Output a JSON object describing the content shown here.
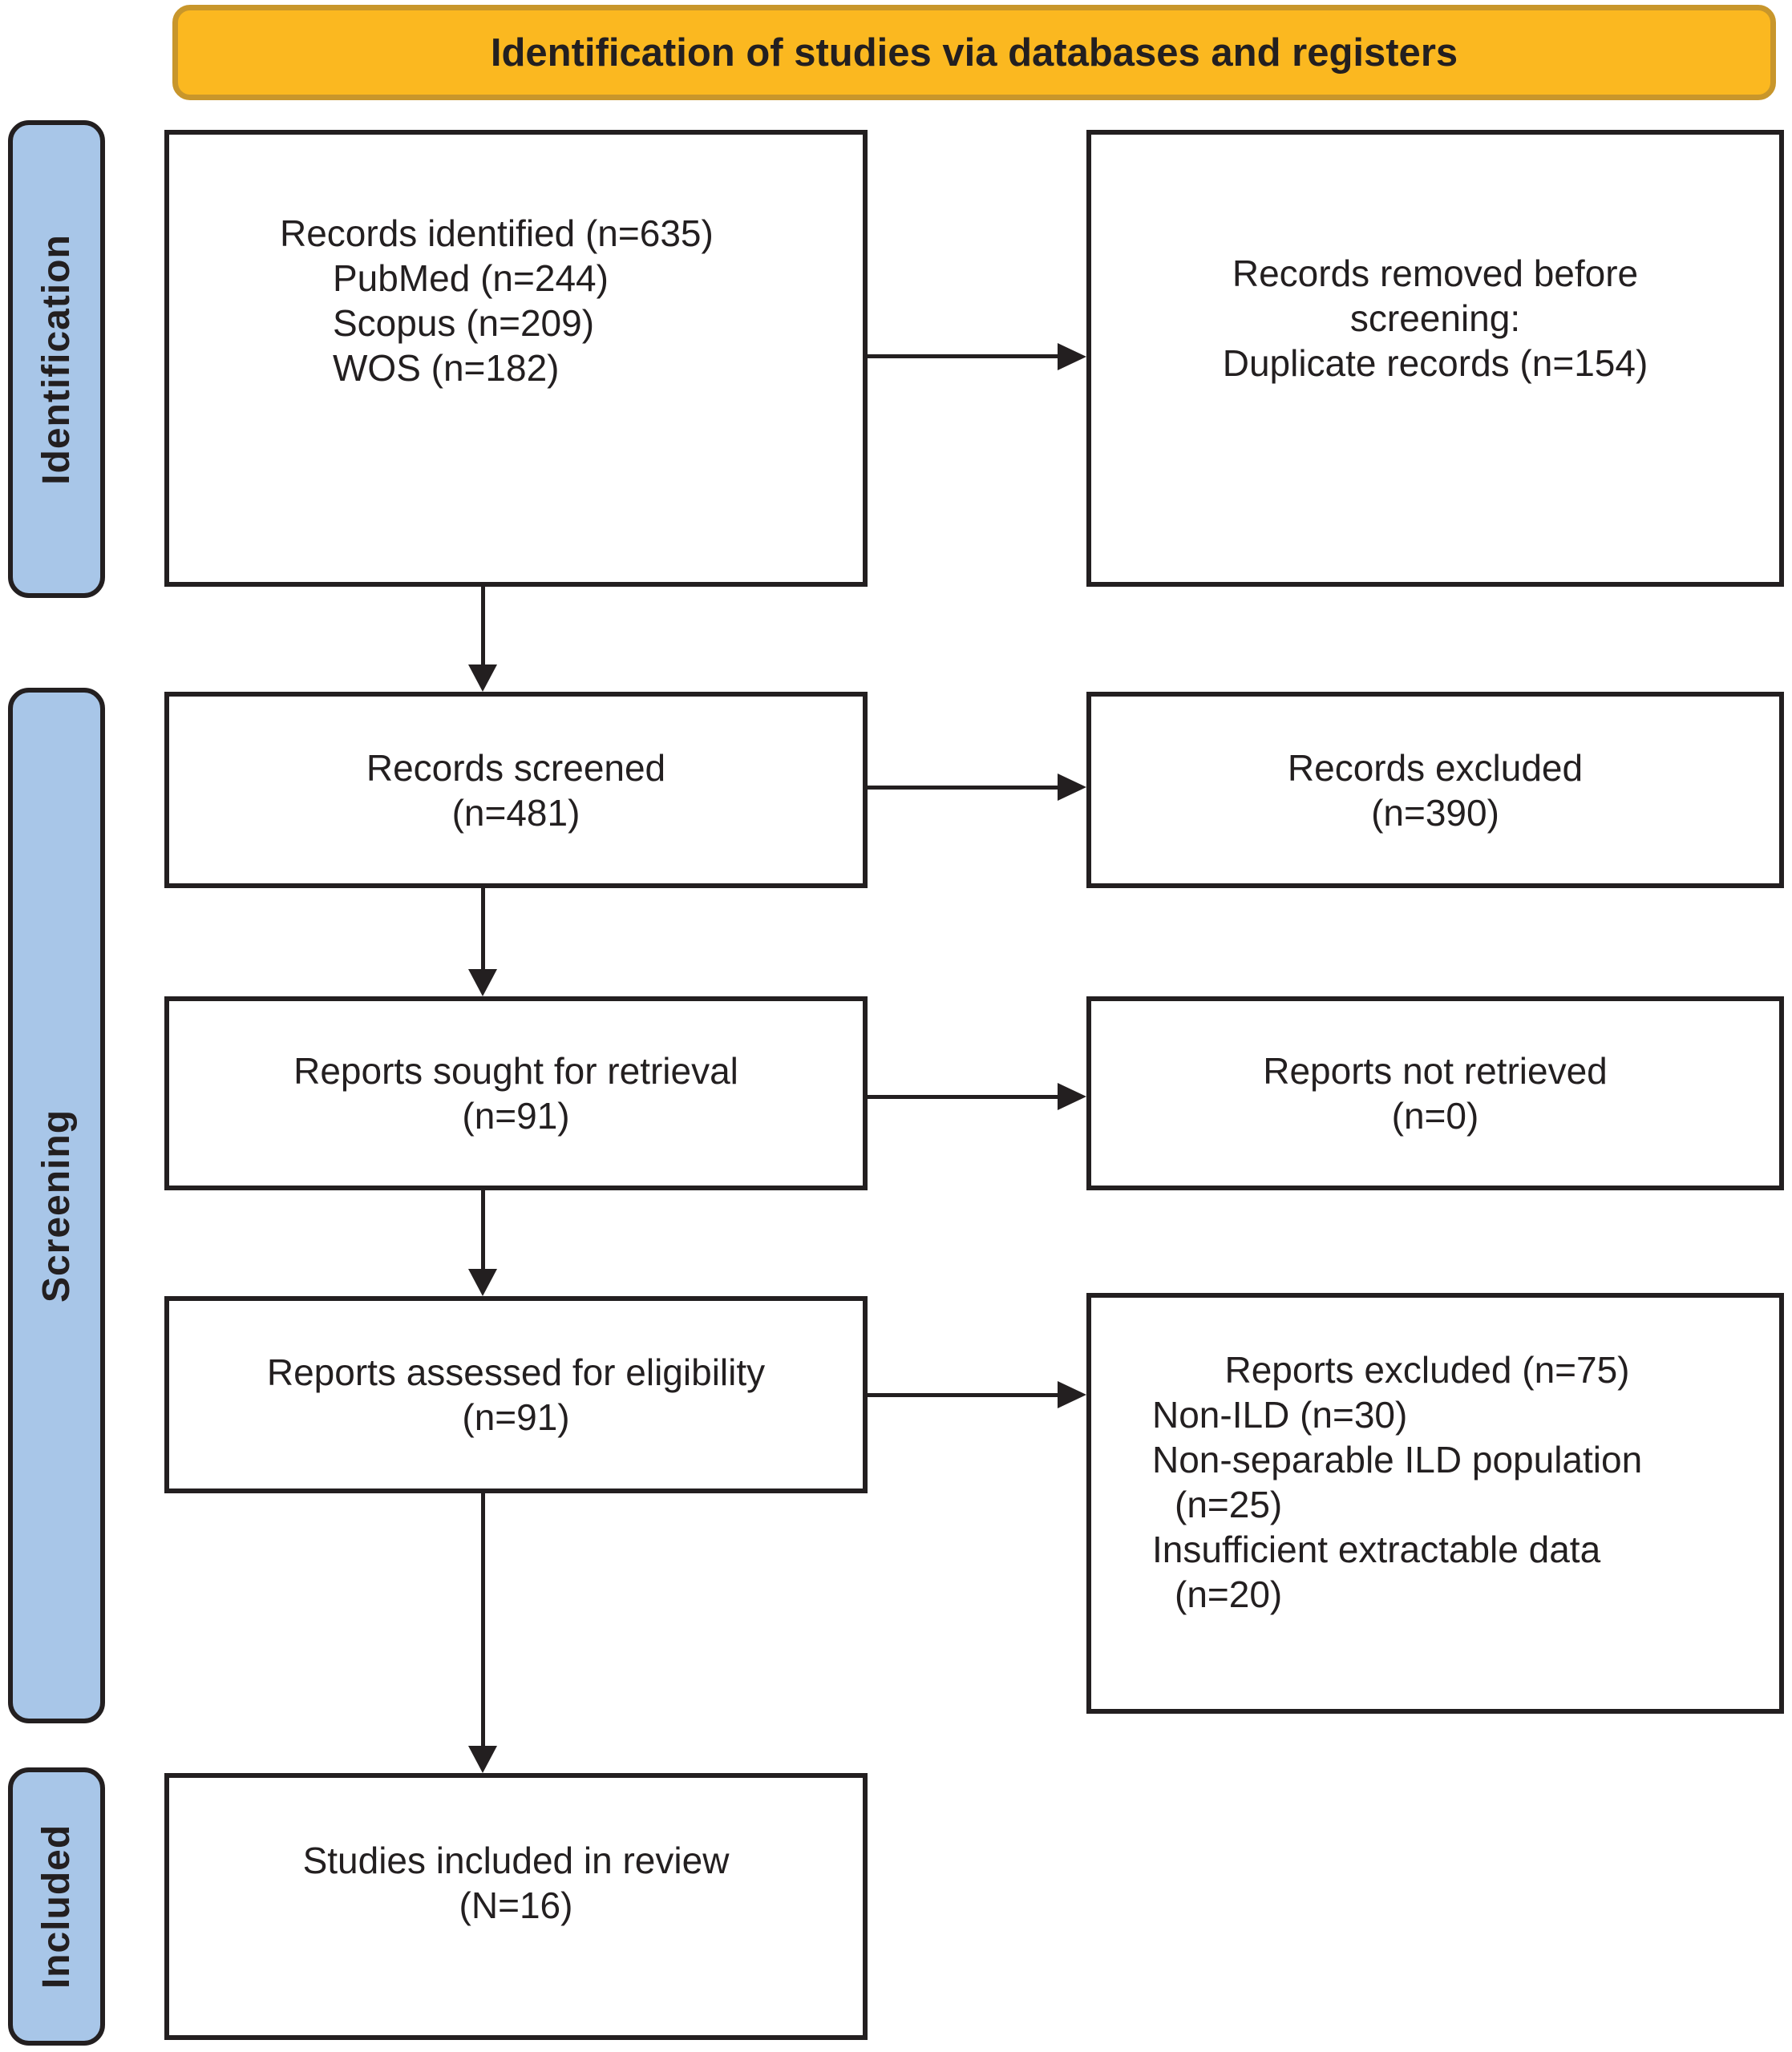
{
  "banner": {
    "title": "Identification of studies via databases and registers"
  },
  "sidebar": {
    "identification": "Identification",
    "screening": "Screening",
    "included": "Included"
  },
  "flow": {
    "records_identified": {
      "title": "Records identified (n=635)",
      "sources": [
        "PubMed (n=244)",
        "Scopus (n=209)",
        "WOS (n=182)"
      ]
    },
    "records_removed": {
      "lines": [
        "Records removed before",
        "screening:",
        "Duplicate records (n=154)"
      ]
    },
    "records_screened": {
      "lines": [
        "Records screened",
        "(n=481)"
      ]
    },
    "records_excluded": {
      "lines": [
        "Records excluded",
        "(n=390)"
      ]
    },
    "reports_sought": {
      "lines": [
        "Reports sought for retrieval",
        "(n=91)"
      ]
    },
    "reports_not_retrieved": {
      "lines": [
        "Reports not retrieved",
        "(n=0)"
      ]
    },
    "reports_assessed": {
      "lines": [
        "Reports assessed for eligibility",
        "(n=91)"
      ]
    },
    "reports_excluded": {
      "title": "Reports excluded (n=75)",
      "reasons": [
        "Non-ILD (n=30)",
        "Non-separable ILD population",
        "(n=25)",
        "Insufficient extractable data",
        "(n=20)"
      ]
    },
    "studies_included": {
      "lines": [
        "Studies included in review",
        "(N=16)"
      ]
    }
  },
  "colors": {
    "banner_fill": "#FBB820",
    "banner_border": "#C8962B",
    "stage_fill": "#A8C6E8",
    "ink": "#231F20",
    "box_fill": "#FFFFFF",
    "arrow": "#231F20"
  }
}
